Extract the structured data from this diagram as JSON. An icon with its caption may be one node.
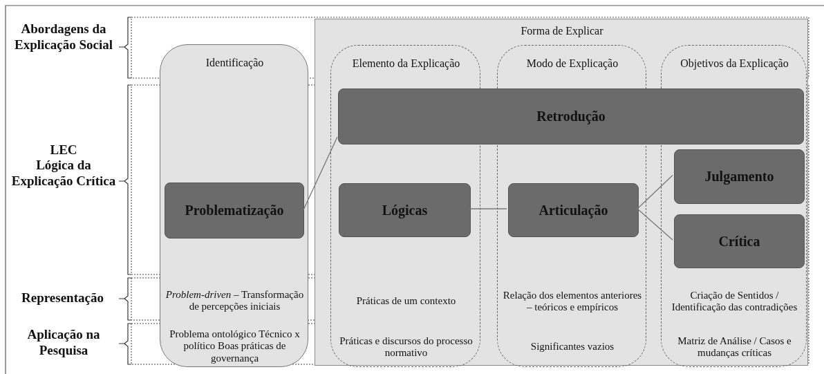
{
  "diagram": {
    "nodes": [
      {
        "text": [
          "Forma de Explicar"
        ]
      },
      {
        "text": [
          "Identificação",
          "*Problem-driven* – Transformação de percepções iniciais",
          "Problema ontológico Técnico x político Boas práticas de governança"
        ]
      },
      {
        "text": [
          "Elemento da Explicação",
          "Práticas de um contexto",
          "Práticas e discursos do processo normativo"
        ],
        "in": 0
      },
      {
        "text": [
          "Modo de Explicação",
          "Relação dos elementos anteriores – teóricos e empíricos",
          "Significantes vazios"
        ],
        "in": 0
      },
      {
        "text": [
          "Objetivos da Explicação",
          "Criação de Sentidos / Identificação das contradições",
          "Matriz de Análise / Casos e mudanças críticas"
        ],
        "in": 0
      },
      {
        "text": [
          "Retrodução"
        ],
        "in": 0
      },
      {
        "text": [
          "Problematização"
        ],
        "in": 1
      },
      {
        "text": [
          "Lógicas"
        ],
        "in": 2
      },
      {
        "text": [
          "Articulação"
        ],
        "in": 3
      },
      {
        "text": [
          "Julgamento"
        ],
        "in": 4
      },
      {
        "text": [
          "Crítica"
        ],
        "in": 4
      }
    ],
    "edges": [
      {
        "from": 6,
        "to": 5,
        "arrow": "none"
      },
      {
        "from": 7,
        "to": 8,
        "arrow": "none"
      },
      {
        "from": 8,
        "to": 9,
        "arrow": "none"
      },
      {
        "from": 8,
        "to": 10,
        "arrow": "none"
      }
    ],
    "labels": [
      "Abordagens da Explicação Social",
      "LEC",
      "Lógica da Explicação Crítica",
      "Representação",
      "Aplicação na Pesquisa"
    ]
  }
}
